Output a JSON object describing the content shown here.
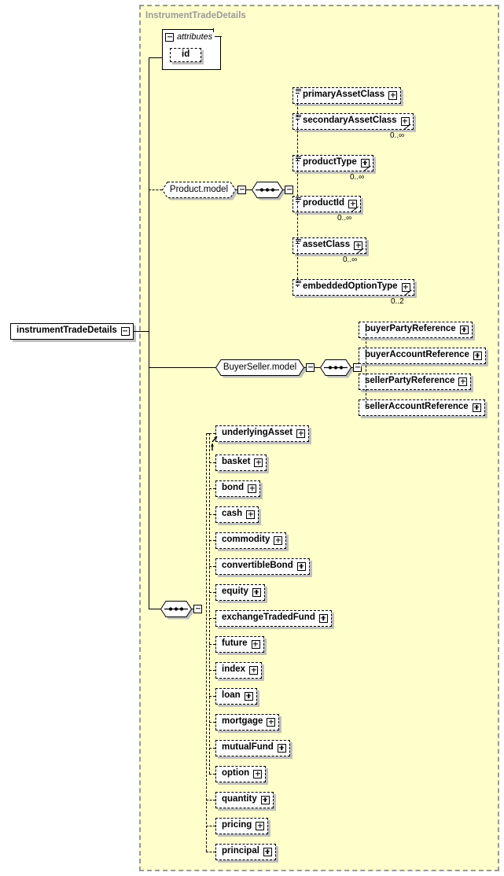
{
  "diagram": {
    "type_container_title": "InstrumentTradeDetails",
    "root_element": {
      "label": "instrumentTradeDetails",
      "toggle": "minus"
    },
    "attributes_group": {
      "label": "attributes",
      "toggle": "minus",
      "attributes": [
        {
          "label": "id"
        }
      ]
    },
    "groups": [
      {
        "name": "Product.model",
        "style": "dashed",
        "toggle": "minus",
        "compositor": "sequence",
        "compositor_toggle": "minus"
      },
      {
        "name": "BuyerSeller.model",
        "style": "solid",
        "toggle": "minus",
        "compositor": "sequence",
        "compositor_toggle": "minus"
      }
    ],
    "product_model_children": [
      {
        "label": "primaryAssetClass",
        "occurs": "",
        "doc": true,
        "repeat": false,
        "toggle": "plus"
      },
      {
        "label": "secondaryAssetClass",
        "occurs": "0..∞",
        "doc": true,
        "repeat": true,
        "toggle": "plus"
      },
      {
        "label": "productType",
        "occurs": "0..∞",
        "doc": true,
        "repeat": true,
        "toggle": "plus"
      },
      {
        "label": "productId",
        "occurs": "0..∞",
        "doc": true,
        "repeat": true,
        "toggle": "plus"
      },
      {
        "label": "assetClass",
        "occurs": "0..∞",
        "doc": true,
        "repeat": true,
        "toggle": "plus"
      },
      {
        "label": "embeddedOptionType",
        "occurs": "0..2",
        "doc": true,
        "repeat": true,
        "toggle": "plus"
      }
    ],
    "buyerseller_model_children": [
      {
        "label": "buyerPartyReference",
        "toggle": "plus"
      },
      {
        "label": "buyerAccountReference",
        "toggle": "plus"
      },
      {
        "label": "sellerPartyReference",
        "toggle": "plus"
      },
      {
        "label": "sellerAccountReference",
        "toggle": "plus"
      }
    ],
    "choice_children": [
      {
        "label": "underlyingAsset",
        "toggle": "plus",
        "substitution_head": true
      },
      {
        "label": "basket",
        "toggle": "plus"
      },
      {
        "label": "bond",
        "toggle": "plus"
      },
      {
        "label": "cash",
        "toggle": "plus"
      },
      {
        "label": "commodity",
        "toggle": "plus"
      },
      {
        "label": "convertibleBond",
        "toggle": "plus"
      },
      {
        "label": "equity",
        "toggle": "plus"
      },
      {
        "label": "exchangeTradedFund",
        "toggle": "plus"
      },
      {
        "label": "future",
        "toggle": "plus"
      },
      {
        "label": "index",
        "toggle": "plus"
      },
      {
        "label": "loan",
        "toggle": "plus"
      },
      {
        "label": "mortgage",
        "toggle": "plus"
      },
      {
        "label": "mutualFund",
        "toggle": "plus"
      },
      {
        "label": "option",
        "toggle": "plus"
      }
    ],
    "sequence_tail_children": [
      {
        "label": "quantity",
        "toggle": "plus"
      },
      {
        "label": "pricing",
        "toggle": "plus"
      },
      {
        "label": "principal",
        "toggle": "plus"
      }
    ],
    "colors": {
      "panel_fill": "#ffffcc",
      "panel_border": "#999999",
      "node_fill": "#ffffff",
      "shadow": "#c0c0c0",
      "line": "#000000",
      "title_text": "#999999"
    }
  }
}
